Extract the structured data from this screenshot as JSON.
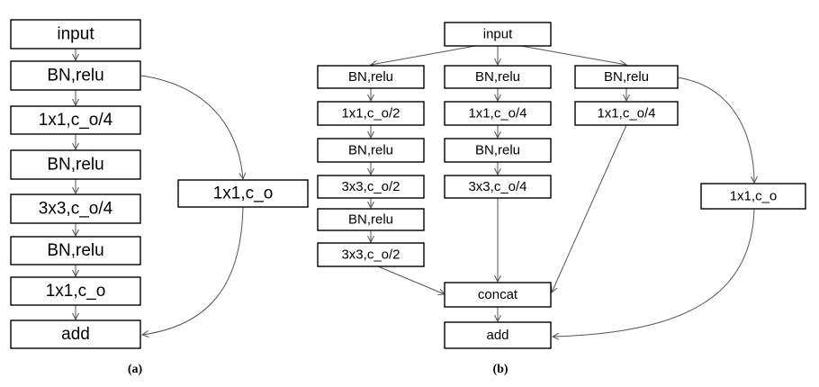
{
  "diagram_a": {
    "caption": "(a)",
    "nodes": {
      "input": "input",
      "bn1": "BN,relu",
      "conv1": "1x1,c_o/4",
      "bn2": "BN,relu",
      "conv2": "3x3,c_o/4",
      "bn3": "BN,relu",
      "conv3": "1x1,c_o",
      "shortcut": "1x1,c_o",
      "add": "add"
    }
  },
  "diagram_b": {
    "caption": "(b)",
    "nodes": {
      "input": "input",
      "b1_bn1": "BN,relu",
      "b1_conv1": "1x1,c_o/2",
      "b1_bn2": "BN,relu",
      "b1_conv2": "3x3,c_o/2",
      "b1_bn3": "BN,relu",
      "b1_conv3": "3x3,c_o/2",
      "b2_bn1": "BN,relu",
      "b2_conv1": "1x1,c_o/4",
      "b2_bn2": "BN,relu",
      "b2_conv2": "3x3,c_o/4",
      "b3_bn1": "BN,relu",
      "b3_conv1": "1x1,c_o/4",
      "shortcut": "1x1,c_o",
      "concat": "concat",
      "add": "add"
    }
  }
}
